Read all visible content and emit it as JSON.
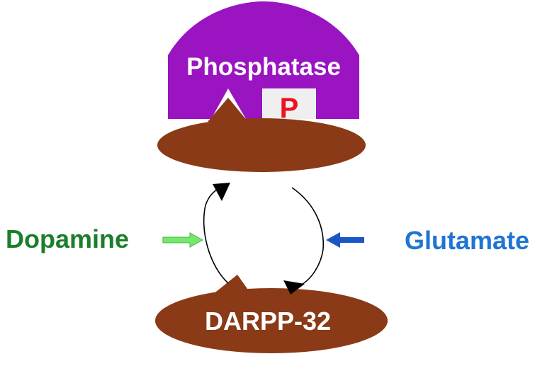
{
  "diagram": {
    "phosphatase_label": "Phosphatase",
    "phospho_label": "P",
    "darpp_label": "DARPP-32",
    "dopamine_label": "Dopamine",
    "glutamate_label": "Glutamate"
  },
  "colors": {
    "phosphatase": "#9a14c2",
    "protein": "#8a3a16",
    "phospho_box": "#efefef",
    "phospho_text": "#e8141e",
    "dopamine_text": "#1a7f2a",
    "dopamine_arrow": "#74e86c",
    "glutamate_text": "#1f74d4",
    "glutamate_arrow": "#1a56c4",
    "cycle_arrow": "#000000",
    "white_text": "#ffffff"
  }
}
